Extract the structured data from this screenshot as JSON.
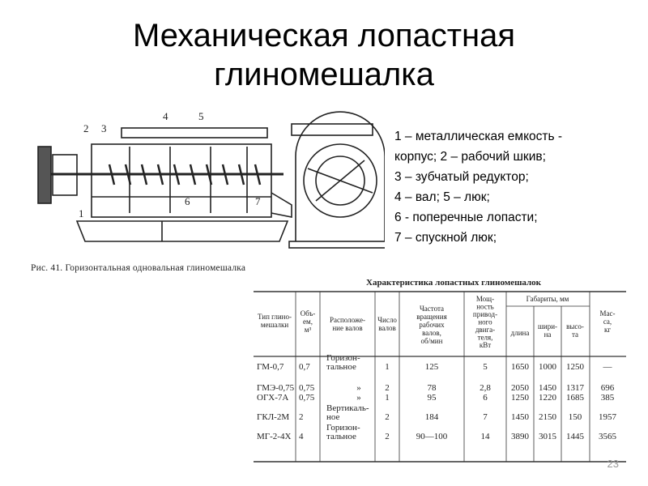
{
  "slide": {
    "title_line1": "Механическая лопастная",
    "title_line2": "глиномешалка",
    "number": "23"
  },
  "legend": [
    "1 – металлическая емкость -",
    "корпус; 2 – рабочий шкив;",
    "3 – зубчатый редуктор;",
    "4 – вал; 5 – люк;",
    "6 - поперечные лопасти;",
    "7 – спускной люк;"
  ],
  "figure": {
    "caption": "Рис. 41. Горизонтальная одновальная глиномешалка",
    "callouts": [
      "1",
      "2",
      "3",
      "4",
      "5",
      "6",
      "7"
    ]
  },
  "table": {
    "title": "Характеристика лопастных глиномешалок",
    "headers": {
      "type": [
        "Тип глино-",
        "мешалки"
      ],
      "volume": [
        "Объ-",
        "ем,",
        "м³"
      ],
      "arrangement": [
        "Расположе-",
        "ние валов"
      ],
      "shafts": [
        "Число",
        "валов"
      ],
      "speed": [
        "Частота",
        "вращения",
        "рабочих",
        "валов,",
        "об/мин"
      ],
      "power": [
        "Мощ-",
        "ность",
        "привод-",
        "ного",
        "двига-",
        "теля,",
        "кВт"
      ],
      "dims": "Габариты, мм",
      "length": "длина",
      "width": [
        "шири-",
        "на"
      ],
      "height": [
        "высо-",
        "та"
      ],
      "mass": [
        "Мас-",
        "са,",
        "кг"
      ]
    },
    "rows": [
      {
        "type": "ГМ-0,7",
        "volume": "0,7",
        "arr": [
          "Горизон-",
          "тальное"
        ],
        "shafts": "1",
        "speed": "125",
        "power": "5",
        "length": "1650",
        "width": "1000",
        "height": "1250",
        "mass": "—"
      },
      {
        "type": "ГМЭ-0,75",
        "volume": "0,75",
        "arr": [
          "»"
        ],
        "shafts": "2",
        "speed": "78",
        "power": "2,8",
        "length": "2050",
        "width": "1450",
        "height": "1317",
        "mass": "696"
      },
      {
        "type": "ОГХ-7А",
        "volume": "0,75",
        "arr": [
          "»"
        ],
        "shafts": "1",
        "speed": "95",
        "power": "6",
        "length": "1250",
        "width": "1220",
        "height": "1685",
        "mass": "385"
      },
      {
        "type": "ГКЛ-2М",
        "volume": "2",
        "arr": [
          "Вертикаль-",
          "ное"
        ],
        "shafts": "2",
        "speed": "184",
        "power": "7",
        "length": "1450",
        "width": "2150",
        "height": "150",
        "mass": "1957"
      },
      {
        "type": "МГ-2-4Х",
        "volume": "4",
        "arr": [
          "Горизон-",
          "тальное"
        ],
        "shafts": "2",
        "speed": "90—100",
        "power": "14",
        "length": "3890",
        "width": "3015",
        "height": "1445",
        "mass": "3565"
      }
    ]
  }
}
